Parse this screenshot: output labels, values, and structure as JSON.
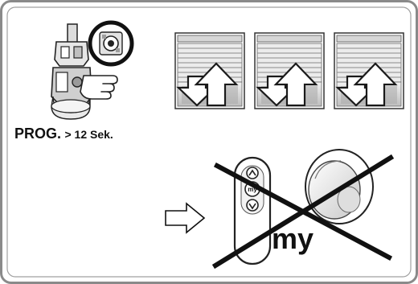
{
  "instruction": {
    "prog_button": "PROG.",
    "duration": "> 12 Sek."
  },
  "remote": {
    "my_button_label": "my"
  },
  "wall_switch": {
    "label": "my"
  },
  "icons": {
    "motor": "motor-head-with-hand-press-icon",
    "prog_button_zoom": "prog-button-zoom-icon",
    "shutter": "roller-shutter-up-down-icon",
    "arrow": "outline-arrow-right-icon",
    "remote": "remote-control-icon",
    "wall_switch": "wall-switch-icon",
    "cross": "cross-out-icon"
  },
  "colors": {
    "frame": "#888888",
    "shutter_gray": "#b8b8b8",
    "line": "#222222"
  }
}
